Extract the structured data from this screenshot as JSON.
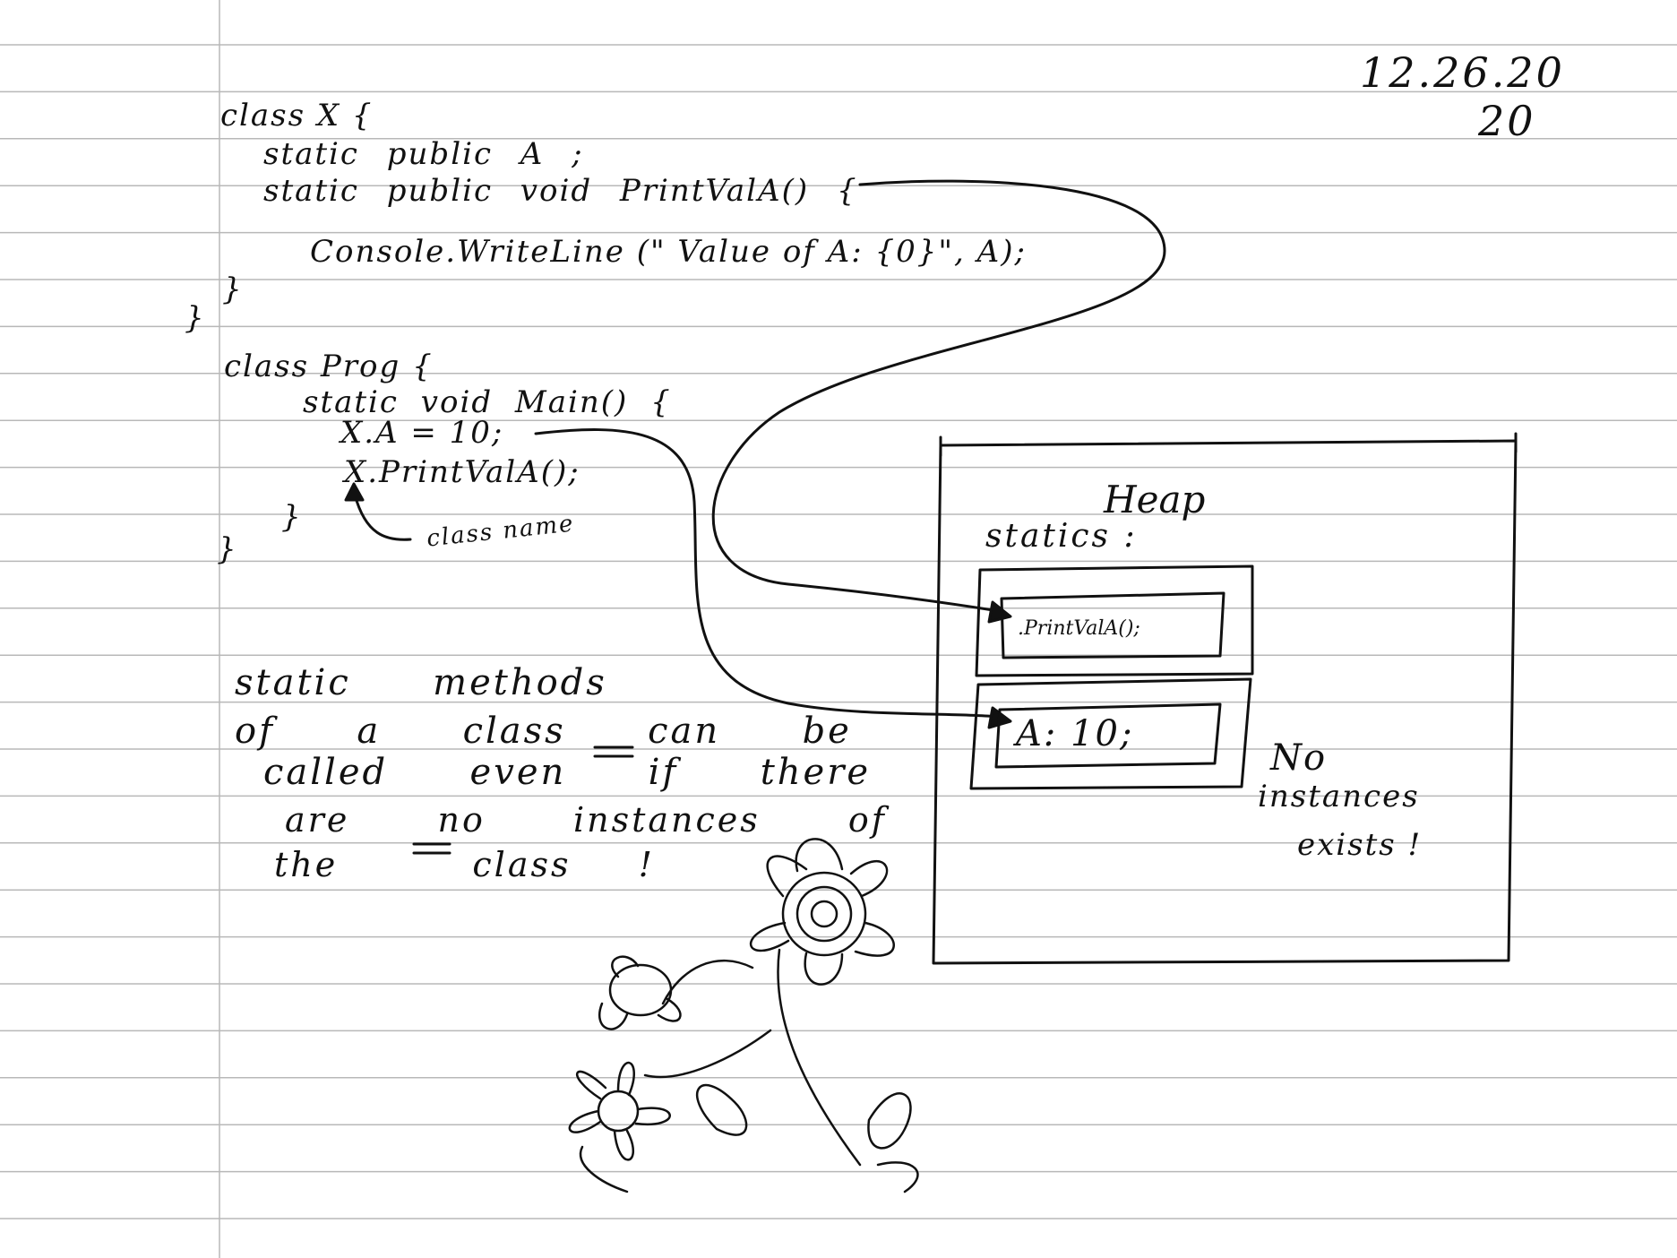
{
  "page": {
    "date": "12.26.20",
    "date_sub": "20",
    "code_class_x": [
      "class X {",
      "static public A ;",
      "static public void PrintValA() {",
      "Console.WriteLine (\" Value of A: {0}\", A);",
      "}",
      "}"
    ],
    "code_class_prog": [
      "class Prog {",
      "static void Main() {",
      "X.A = 10;",
      "X.PrintValA();",
      "}",
      "}"
    ],
    "annotation_class_name": "class name",
    "heap": {
      "title": "Heap",
      "statics_label": "statics :",
      "method_slot": ".PrintValA();",
      "field_slot": "A: 10;"
    },
    "note_no_instances": [
      "No",
      "instances",
      "exists !"
    ],
    "note_static_methods": [
      "static  methods",
      "of  a  class  can  be",
      "called  even  if  there",
      "are  no  instances  of",
      "the  class !"
    ]
  },
  "colors": {
    "ink": "#111111",
    "rule_line": "#b8b8b8",
    "margin_line": "#b8b8b8",
    "paper": "#ffffff"
  },
  "illustration": "flower-drawing"
}
